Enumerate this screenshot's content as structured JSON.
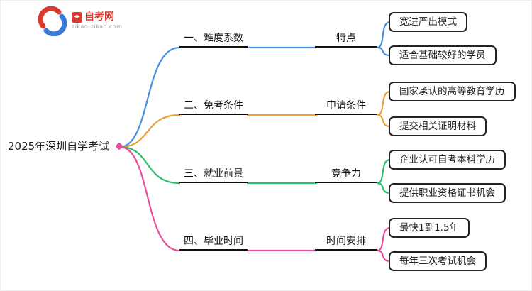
{
  "logo": {
    "site_name": "自考网",
    "site_url": "zikao-zikao.com"
  },
  "root": {
    "label": "2025年深圳自学考试"
  },
  "colors": {
    "branch_blue": "#4a8fdd",
    "branch_orange": "#e9a13b",
    "branch_green": "#2fbe6e",
    "branch_pink": "#e94d9c",
    "brand_red": "#d93a30"
  },
  "branches": [
    {
      "label": "一、难度系数",
      "color": "#4a8fdd",
      "sub": {
        "label": "特点"
      },
      "leaves": [
        "宽进严出模式",
        "适合基础较好的学员"
      ]
    },
    {
      "label": "二、免考条件",
      "color": "#e9a13b",
      "sub": {
        "label": "申请条件"
      },
      "leaves": [
        "国家承认的高等教育学历",
        "提交相关证明材料"
      ]
    },
    {
      "label": "三、就业前景",
      "color": "#2fbe6e",
      "sub": {
        "label": "竞争力"
      },
      "leaves": [
        "企业认可自考本科学历",
        "提供职业资格证书机会"
      ]
    },
    {
      "label": "四、毕业时间",
      "color": "#e94d9c",
      "sub": {
        "label": "时间安排"
      },
      "leaves": [
        "最快1到1.5年",
        "每年三次考试机会"
      ]
    }
  ]
}
